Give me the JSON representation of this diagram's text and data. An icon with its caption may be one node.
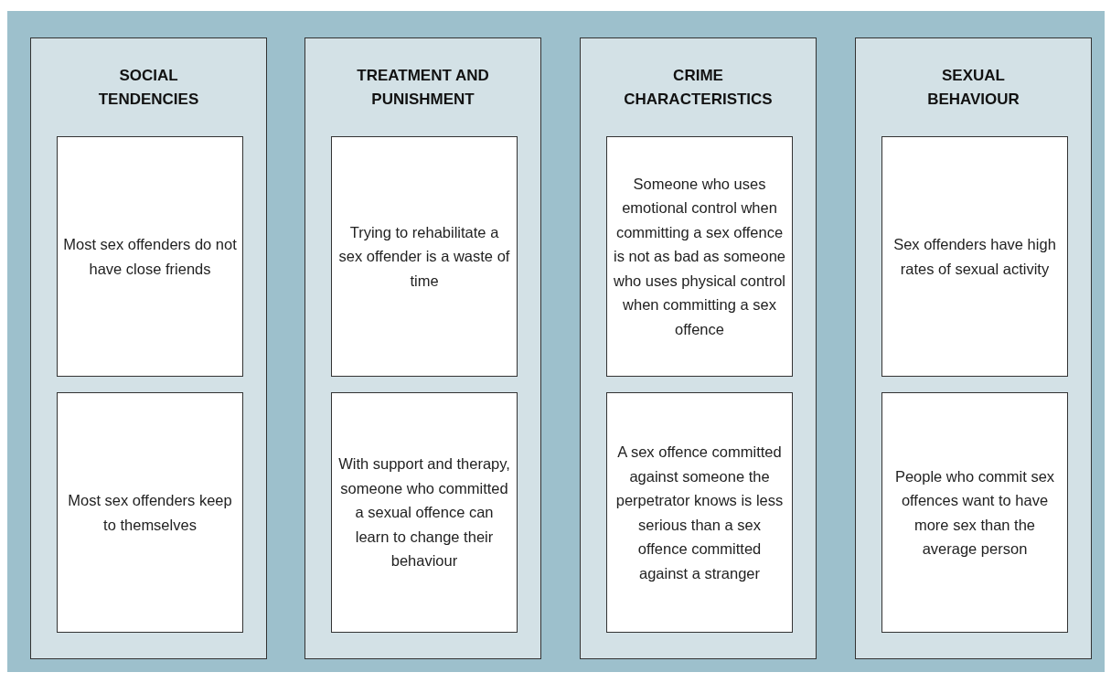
{
  "diagram": {
    "nodes": [
      {
        "text": [
          "SOCIAL TENDENCIES"
        ]
      },
      {
        "text": [
          "Most sex offenders do not have close friends"
        ],
        "in": 0
      },
      {
        "text": [
          "Most sex offenders keep to themselves"
        ],
        "in": 0
      },
      {
        "text": [
          "TREATMENT AND PUNISHMENT"
        ]
      },
      {
        "text": [
          "Trying to rehabilitate a sex offender is a waste of time"
        ],
        "in": 3
      },
      {
        "text": [
          "With support and therapy, someone who committed a sexual offence can learn to change their behaviour"
        ],
        "in": 3
      },
      {
        "text": [
          "CRIME CHARACTERISTICS"
        ]
      },
      {
        "text": [
          "Someone who uses emotional control when committing a sex offence is not as bad as someone who uses physical control when committing a sex offence"
        ],
        "in": 6
      },
      {
        "text": [
          "A sex offence committed against someone the perpetrator knows is less serious than a sex offence committed against a stranger"
        ],
        "in": 6
      },
      {
        "text": [
          "SEXUAL BEHAVIOUR"
        ]
      },
      {
        "text": [
          "Sex offenders have high rates of sexual activity"
        ],
        "in": 9
      },
      {
        "text": [
          "People who commit sex offences want to have more sex than the average person"
        ],
        "in": 9
      }
    ]
  }
}
